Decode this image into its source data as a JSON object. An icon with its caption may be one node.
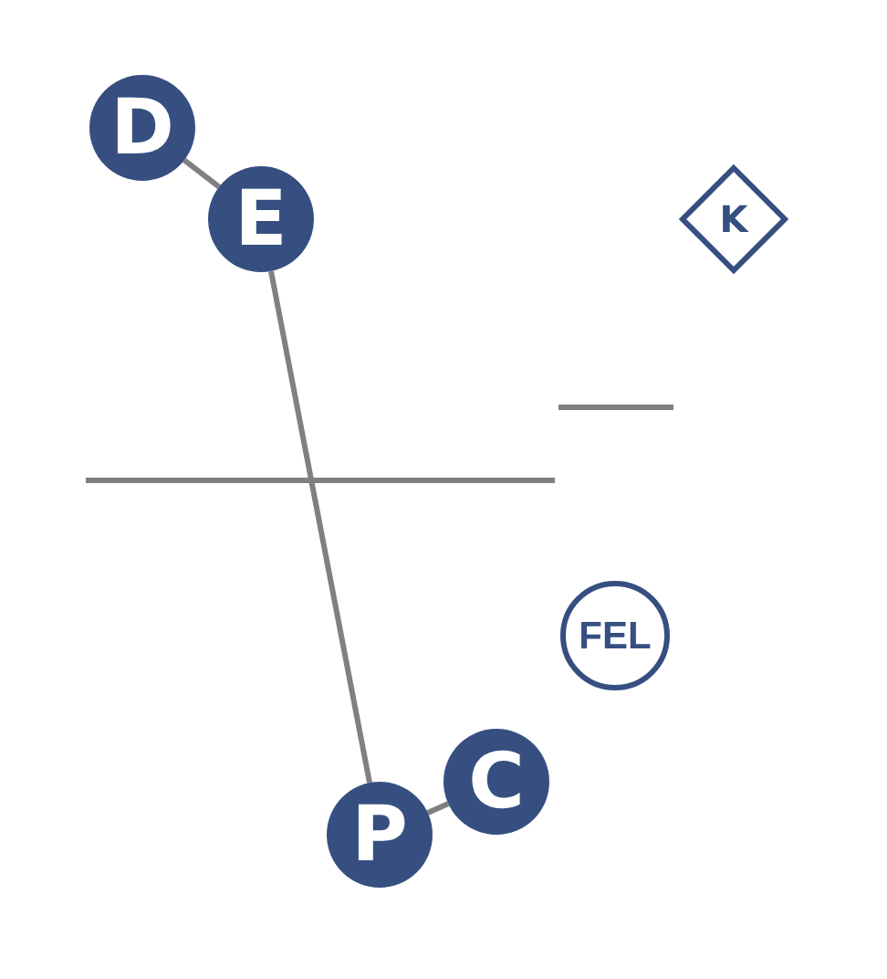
{
  "diagram": {
    "nodes": [
      {
        "text": [
          "D"
        ]
      },
      {
        "text": [
          "E"
        ]
      },
      {
        "text": [
          "K"
        ]
      },
      {
        "text": [
          "FEL"
        ]
      },
      {
        "text": [
          "C"
        ]
      },
      {
        "text": [
          "P"
        ]
      }
    ],
    "edges": [
      {
        "from": 0,
        "to": 1,
        "arrow": "none"
      },
      {
        "from": 1,
        "to": 5,
        "arrow": "none"
      },
      {
        "from": 4,
        "to": 5,
        "arrow": "none"
      }
    ]
  }
}
